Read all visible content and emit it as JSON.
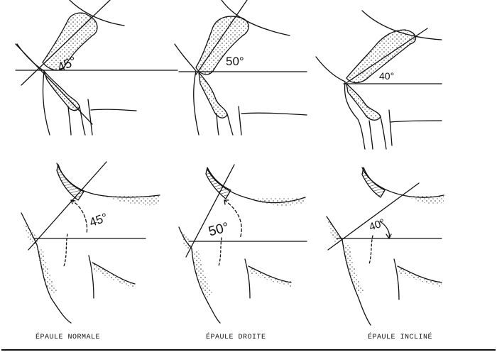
{
  "figure": {
    "panels": [
      {
        "caption": "ÉPAULE NORMALE",
        "angle_label": "45°"
      },
      {
        "caption": "ÉPAULE DROITE",
        "angle_label": "50°"
      },
      {
        "caption": "ÉPAULE INCLINÉ",
        "angle_label": "40°"
      }
    ]
  }
}
